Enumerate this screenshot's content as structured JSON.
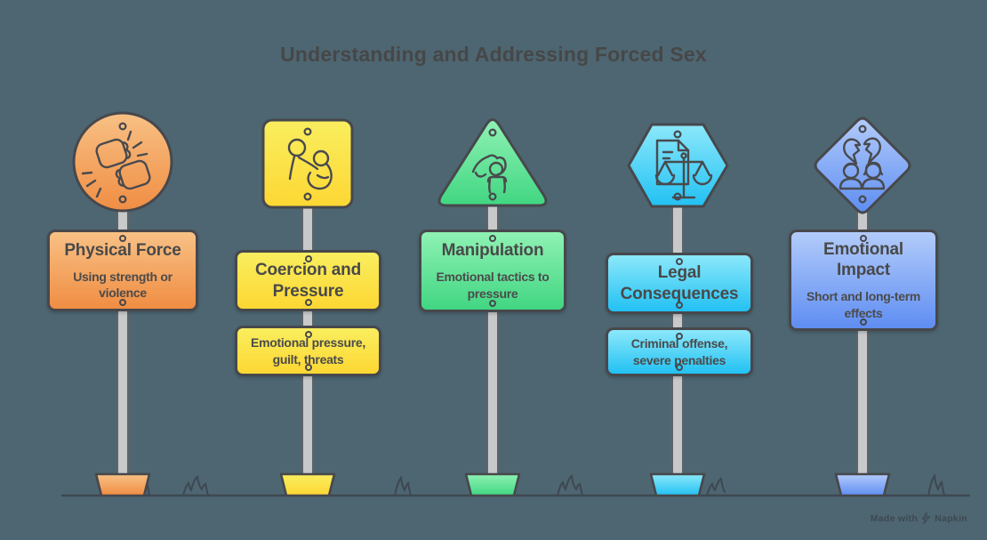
{
  "title": "Understanding and Addressing Forced Sex",
  "signs": [
    {
      "name": "physical-force",
      "shape": "circle",
      "icon": "fists-colliding-icon",
      "title": "Physical Force",
      "description": "Using strength or violence",
      "color_light": "#f8c185",
      "color_dark": "#f08d43"
    },
    {
      "name": "coercion-and-pressure",
      "shape": "square",
      "icon": "person-pressuring-person-icon",
      "title": "Coercion and Pressure",
      "description": "Emotional pressure, guilt, threats",
      "color_light": "#f9ee5f",
      "color_dark": "#fdd733"
    },
    {
      "name": "manipulation",
      "shape": "triangle",
      "icon": "hand-controlling-person-icon",
      "title": "Manipulation",
      "description": "Emotional tactics to pressure",
      "color_light": "#8ff2b4",
      "color_dark": "#41d682"
    },
    {
      "name": "legal-consequences",
      "shape": "hexagon",
      "icon": "document-scales-icon",
      "title": "Legal Consequences",
      "description": "Criminal offense, severe penalties",
      "color_light": "#8ce8fa",
      "color_dark": "#22c1f3"
    },
    {
      "name": "emotional-impact",
      "shape": "diamond",
      "icon": "broken-heart-people-icon",
      "title": "Emotional Impact",
      "description": "Short and long-term effects",
      "color_light": "#b2cbfa",
      "color_dark": "#5f8ef2"
    }
  ],
  "watermark": {
    "prefix": "Made with",
    "brand": "Napkin"
  },
  "colors": {
    "background": "#4d6672",
    "outline": "#47484c",
    "text": "#494949",
    "post": "#c7c9ca",
    "ground": "#3e4850"
  }
}
